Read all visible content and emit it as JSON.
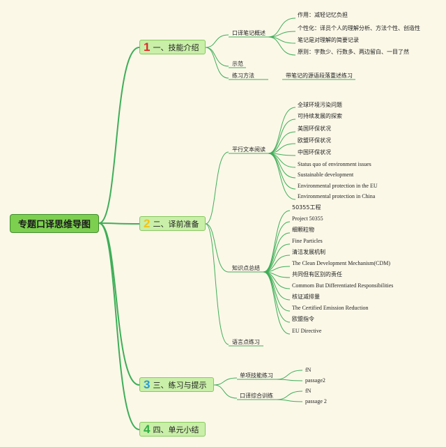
{
  "root": "专题口译思维导图",
  "colors": {
    "root_fill": "#7ccf4f",
    "branch_fill": "#c9efa8",
    "line": "#3fae58",
    "num_red": "#e02b2b",
    "num_yellow": "#f3c318",
    "num_blue": "#2a9bd6",
    "num_green": "#2fae43"
  },
  "branches": [
    {
      "num": "1",
      "label": "一、技能介绍",
      "children": [
        {
          "label": "口译笔记概述",
          "children": [
            {
              "label": "作用：减轻记忆负担"
            },
            {
              "label": "个性化：译员个人的理解分析、方法个性、创造性"
            },
            {
              "label": "笔记是对理解的简要记录"
            },
            {
              "label": "原则：字数少、行数多、两边留白、一目了然"
            }
          ]
        },
        {
          "label": "示范"
        },
        {
          "label": "练习方法",
          "children": [
            {
              "label": "带笔记的源语段落重述练习"
            }
          ]
        }
      ]
    },
    {
      "num": "2",
      "label": "二、译前准备",
      "children": [
        {
          "label": "平行文本阅读",
          "children": [
            {
              "label": "全球环境污染问题"
            },
            {
              "label": "可持续发展的探索"
            },
            {
              "label": "美国环保状况"
            },
            {
              "label": "欧盟环保状况"
            },
            {
              "label": "中国环保状况"
            },
            {
              "label": "Status quo of environment issues"
            },
            {
              "label": "Sustainable development"
            },
            {
              "label": "Environmental protection in the EU"
            },
            {
              "label": "Environmental protection in China"
            }
          ]
        },
        {
          "label": "知识点总结",
          "children": [
            {
              "label": "50355工程"
            },
            {
              "label": "Project 50355"
            },
            {
              "label": "细颗粒物"
            },
            {
              "label": "Fine Particles"
            },
            {
              "label": "清洁发展机制"
            },
            {
              "label": "The Clean Development Mechanism(CDM)"
            },
            {
              "label": "共同但有区别的责任"
            },
            {
              "label": "Commom But Differentiated Responsibilities"
            },
            {
              "label": "核证减排量"
            },
            {
              "label": "The Certified Emission Reduction"
            },
            {
              "label": "欧盟指令"
            },
            {
              "label": "EU Directive"
            }
          ]
        },
        {
          "label": "语言点练习"
        }
      ]
    },
    {
      "num": "3",
      "label": "三、练习与提示",
      "children": [
        {
          "label": "单项技能练习",
          "children": [
            {
              "label": "fN"
            },
            {
              "label": "passage2"
            }
          ]
        },
        {
          "label": "口译综合训练",
          "children": [
            {
              "label": "fN"
            },
            {
              "label": "passage 2"
            }
          ]
        }
      ]
    },
    {
      "num": "4",
      "label": "四、单元小结",
      "children": []
    }
  ]
}
